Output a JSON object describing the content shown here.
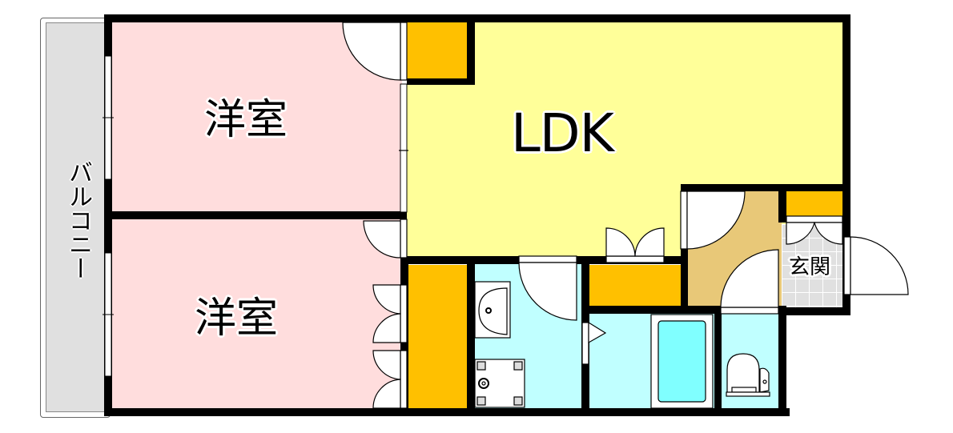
{
  "floorplan": {
    "rooms": {
      "western_room_1": {
        "label": "洋室",
        "color": "#ffdddd"
      },
      "western_room_2": {
        "label": "洋室",
        "color": "#ffdddd"
      },
      "ldk": {
        "label": "LDK",
        "color": "#ffff99"
      },
      "entrance": {
        "label": "玄関",
        "color": "#e0e0e0"
      },
      "balcony": {
        "label": "バルコニー",
        "color": "#e0e0e0"
      },
      "hallway": {
        "label": "",
        "color": "#e8c878"
      },
      "washroom": {
        "label": "",
        "color": "#c0ffff"
      },
      "bathroom": {
        "label": "",
        "color": "#c0ffff"
      },
      "toilet": {
        "label": "",
        "color": "#c0ffff"
      }
    },
    "storage_color": "#ffc000",
    "wall_color": "#000000",
    "fixtures": [
      "wash-basin",
      "washing-machine-pan",
      "bathtub",
      "toilet"
    ]
  }
}
